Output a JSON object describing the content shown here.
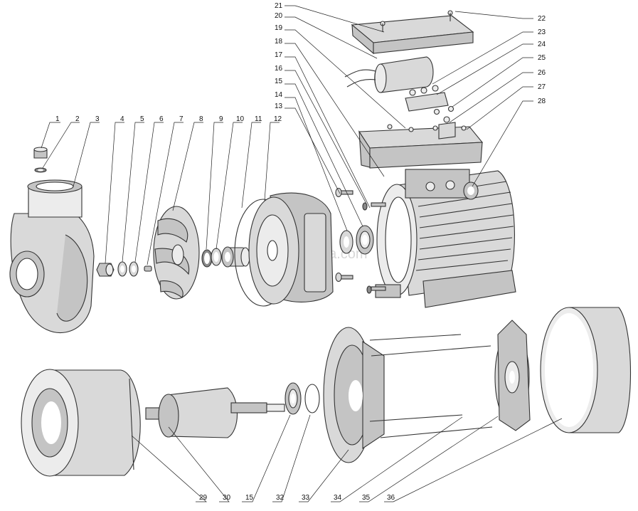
{
  "watermark": "chimp.en.alibaba.com",
  "callouts": [
    {
      "id": "1",
      "label": "1"
    },
    {
      "id": "2",
      "label": "2"
    },
    {
      "id": "3",
      "label": "3"
    },
    {
      "id": "4",
      "label": "4"
    },
    {
      "id": "5",
      "label": "5"
    },
    {
      "id": "6",
      "label": "6"
    },
    {
      "id": "7",
      "label": "7"
    },
    {
      "id": "8",
      "label": "8"
    },
    {
      "id": "9",
      "label": "9"
    },
    {
      "id": "10",
      "label": "10"
    },
    {
      "id": "11",
      "label": "11"
    },
    {
      "id": "12",
      "label": "12"
    },
    {
      "id": "13",
      "label": "13"
    },
    {
      "id": "14",
      "label": "14"
    },
    {
      "id": "15",
      "label": "15"
    },
    {
      "id": "16",
      "label": "16"
    },
    {
      "id": "17",
      "label": "17"
    },
    {
      "id": "18",
      "label": "18"
    },
    {
      "id": "19",
      "label": "19"
    },
    {
      "id": "20",
      "label": "20"
    },
    {
      "id": "21",
      "label": "21"
    },
    {
      "id": "22",
      "label": "22"
    },
    {
      "id": "23",
      "label": "23"
    },
    {
      "id": "24",
      "label": "24"
    },
    {
      "id": "25",
      "label": "25"
    },
    {
      "id": "26",
      "label": "26"
    },
    {
      "id": "27",
      "label": "27"
    },
    {
      "id": "28",
      "label": "28"
    },
    {
      "id": "29",
      "label": "29"
    },
    {
      "id": "30",
      "label": "30"
    },
    {
      "id": "15b",
      "label": "15"
    },
    {
      "id": "32",
      "label": "32"
    },
    {
      "id": "33",
      "label": "33"
    },
    {
      "id": "34",
      "label": "34"
    },
    {
      "id": "35",
      "label": "35"
    },
    {
      "id": "36",
      "label": "36"
    }
  ]
}
